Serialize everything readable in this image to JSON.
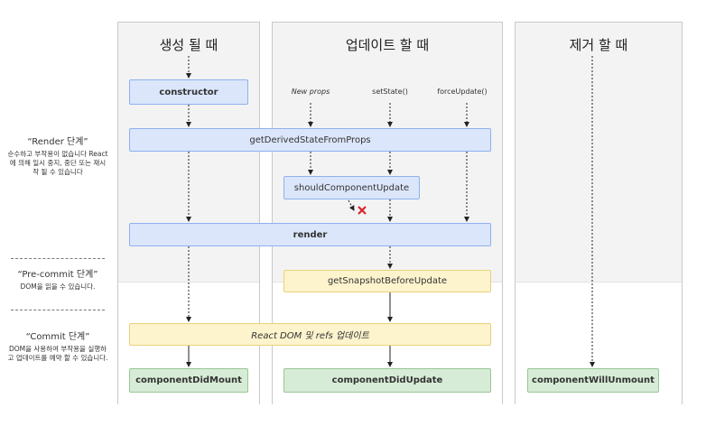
{
  "columns": {
    "mount": "생성 될 때",
    "update": "업데이트 할 때",
    "unmount": "제거 할 때"
  },
  "phases": {
    "render": {
      "title": "“Render 단계”",
      "desc": "순수하고 부작용이 없습니다 React에 의해 일시 중지, 중단 또는 재시작 될 수 있습니다"
    },
    "precommit": {
      "title": "“Pre-commit 단계”",
      "desc": "DOM을 읽을 수 있습니다."
    },
    "commit": {
      "title": "“Commit 단계”",
      "desc": "DOM을 사용하여 부작용을 실행하고 업데이트를 예약 할 수 있습니다."
    }
  },
  "triggers": {
    "new_props": "New props",
    "set_state": "setState()",
    "force_update": "forceUpdate()"
  },
  "methods": {
    "constructor": "constructor",
    "get_derived": "getDerivedStateFromProps",
    "should_update": "shouldComponentUpdate",
    "render": "render",
    "get_snapshot": "getSnapshotBeforeUpdate",
    "react_dom": "React DOM 및 refs 업데이트",
    "did_mount": "componentDidMount",
    "did_update": "componentDidUpdate",
    "will_unmount": "componentWillUnmount"
  },
  "colors": {
    "render_box": "#dbe6fb",
    "commit_box": "#fdf3cc",
    "final_box": "#d7ecd6",
    "cancel_mark": "#d9262c"
  }
}
